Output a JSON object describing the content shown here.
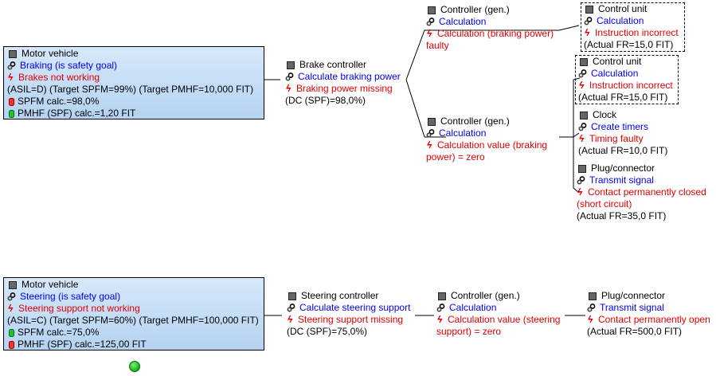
{
  "tree1": {
    "goal": {
      "element": "Motor vehicle",
      "function": "Braking (is safety goal)",
      "failure": "Brakes not working",
      "targets": "(ASIL=D) (Target SPFM=99%) (Target PMHF=10,000 FIT)",
      "spfm": "SPFM calc.=98,0%",
      "pmhf": "PMHF (SPF) calc.=1,20 FIT",
      "spfm_status": "red",
      "pmhf_status": "green"
    },
    "brake_controller": {
      "element": "Brake controller",
      "function": "Calculate braking power",
      "failure": "Braking power missing",
      "note": "(DC (SPF)=98,0%)"
    },
    "controller_a": {
      "element": "Controller (gen.)",
      "function": "Calculation",
      "failure": "Calculation (braking power) faulty"
    },
    "control_unit_a": {
      "element": "Control unit",
      "function": "Calculation",
      "failure": "Instruction incorrect",
      "note": "(Actual FR=15,0 FIT)"
    },
    "controller_b": {
      "element": "Controller (gen.)",
      "function": "Calculation",
      "failure": "Calculation value (braking power) = zero"
    },
    "control_unit_b": {
      "element": "Control unit",
      "function": "Calculation",
      "failure": "Instruction incorrect",
      "note": "(Actual FR=15,0 FIT)"
    },
    "clock": {
      "element": "Clock",
      "function": "Create timers",
      "failure": "Timing faulty",
      "note": "(Actual FR=10,0 FIT)"
    },
    "plug": {
      "element": "Plug/connector",
      "function": "Transmit signal",
      "failure": "Contact permanently closed (short circuit)",
      "note": "(Actual FR=35,0 FIT)"
    }
  },
  "tree2": {
    "goal": {
      "element": "Motor vehicle",
      "function": "Steering (is safety goal)",
      "failure": "Steering support not working",
      "targets": "(ASIL=C) (Target SPFM=60%) (Target PMHF=100,000 FIT)",
      "spfm": "SPFM calc.=75,0%",
      "pmhf": "PMHF (SPF) calc.=125,00 FIT",
      "spfm_status": "green",
      "pmhf_status": "red"
    },
    "steering_controller": {
      "element": "Steering controller",
      "function": "Calculate steering support",
      "failure": "Steering support missing",
      "note": "(DC (SPF)=75,0%)"
    },
    "controller": {
      "element": "Controller (gen.)",
      "function": "Calculation",
      "failure": "Calculation value (steering support) = zero"
    },
    "plug": {
      "element": "Plug/connector",
      "function": "Transmit signal",
      "failure": "Contact permanently open",
      "note": "(Actual FR=500,0 FIT)"
    }
  },
  "icons": {
    "element": "structure-element-icon",
    "function": "function-icon",
    "failure": "malfunction-icon",
    "lamp": "traffic-light-icon",
    "status": "status-dot-icon"
  },
  "colors": {
    "element_text": "#000000",
    "function_text": "#0000f0",
    "failure_text": "#e00000",
    "goal_fill": "#c6ddf6",
    "status_ok": "#1fba1f"
  }
}
